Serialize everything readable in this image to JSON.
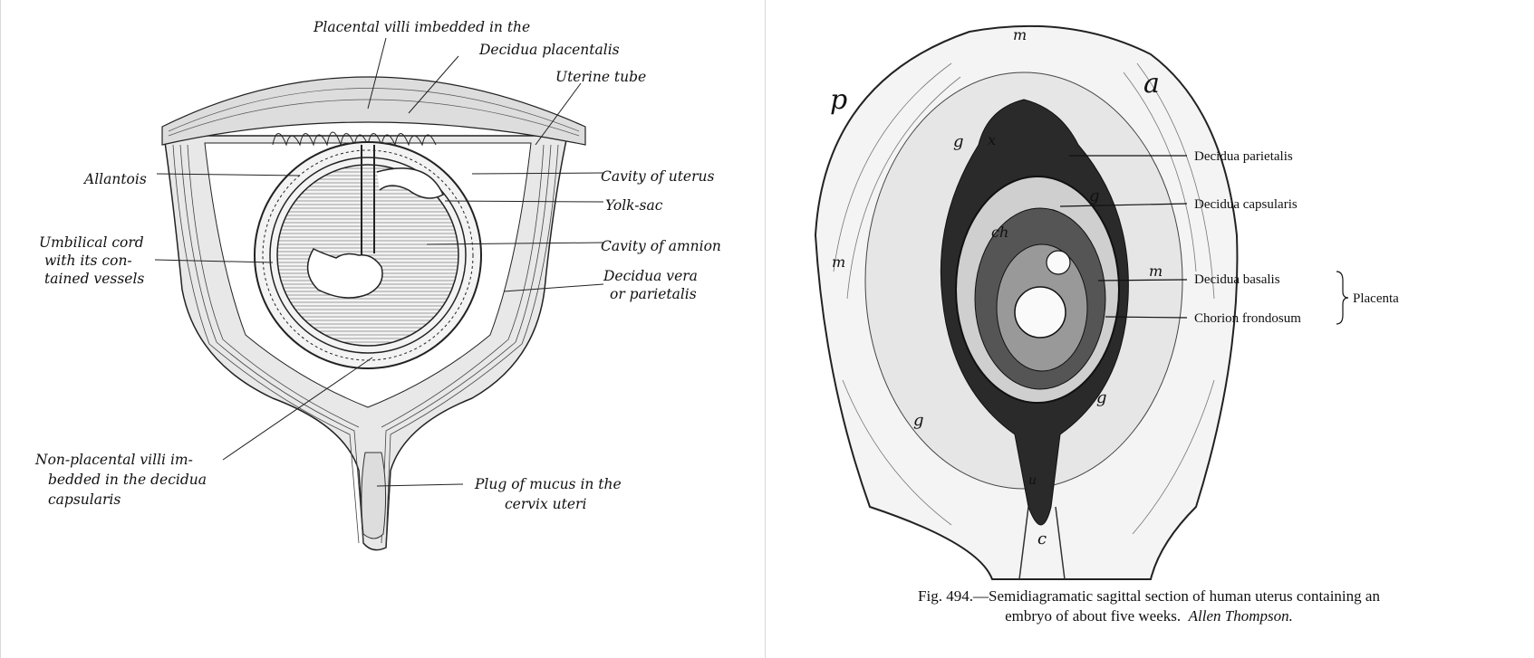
{
  "left_figure": {
    "labels": {
      "villi_line1": "Placental villi imbedded in the",
      "villi_line2": "Decidua placentalis",
      "uterine_tube": "Uterine tube",
      "allantois": "Allantois",
      "cavity_uterus": "Cavity of uterus",
      "yolk_sac": "Yolk-sac",
      "umbilical_line1": "Umbilical cord",
      "umbilical_line2": "with its con-",
      "umbilical_line3": "tained vessels",
      "cavity_amnion": "Cavity of amnion",
      "decidua_vera_line1": "Decidua vera",
      "decidua_vera_line2": "or parietalis",
      "nonplacental_line1": "Non-placental villi im-",
      "nonplacental_line2": "bedded in the decidua",
      "nonplacental_line3": "capsularis",
      "plug_line1": "Plug of mucus in the",
      "plug_line2": "cervix uteri"
    }
  },
  "right_figure": {
    "labels": {
      "decidua_parietalis": "Decidua parietalis",
      "decidua_capsularis": "Decidua capsularis",
      "decidua_basalis": "Decidua basalis",
      "chorion_frondosum": "Chorion frondosum",
      "placenta": "Placenta"
    },
    "letters": {
      "p": "p",
      "a": "a",
      "m_top": "m",
      "m_left": "m",
      "m_right": "m",
      "g1": "g",
      "g2": "g",
      "g3": "g",
      "g4": "g",
      "x": "x",
      "ch": "ch",
      "c": "c",
      "u": "u"
    },
    "caption": {
      "prefix": "Fig. 494.",
      "text": "—Semidiagramatic sagittal section of human uterus containing an",
      "text2": "embryo of about five weeks.",
      "author": "Allen Thompson."
    }
  }
}
